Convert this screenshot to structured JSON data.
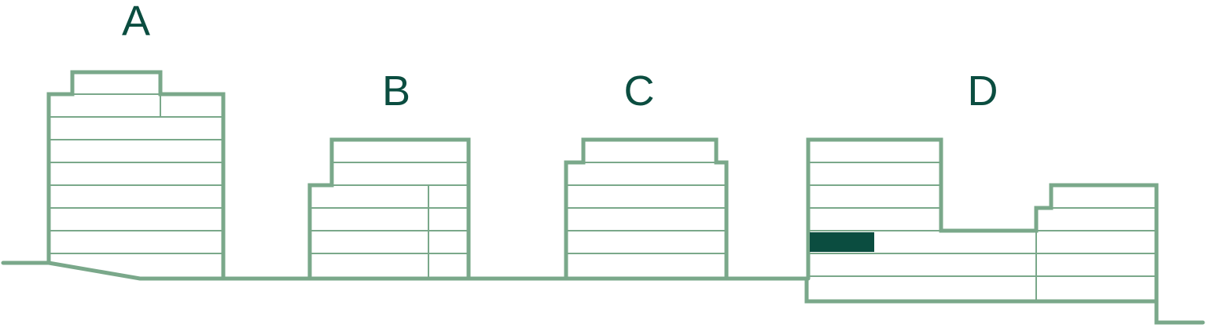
{
  "diagram": {
    "buildings": [
      {
        "id": "A",
        "label": "A"
      },
      {
        "id": "B",
        "label": "B"
      },
      {
        "id": "C",
        "label": "C"
      },
      {
        "id": "D",
        "label": "D"
      }
    ],
    "colors": {
      "outline": "#7aa88a",
      "label": "#0b4d40",
      "highlight": "#0b4d40",
      "background": "#ffffff"
    }
  }
}
